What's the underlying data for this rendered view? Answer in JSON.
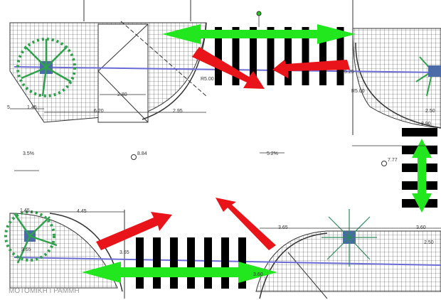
{
  "drawing": {
    "top_dims": {
      "d1": "1.45",
      "d2": "6.20",
      "d3": "2.95",
      "d4": "2.80",
      "r1": "R5.00",
      "d5": "5.25",
      "r2": "R5.00",
      "d6": "2.50",
      "d7": "8.90",
      "d8": "5"
    },
    "levels": {
      "slope_left": "3.5%",
      "elev_center": "8.84",
      "slope_right": "5.2%",
      "elev_right": "7.77"
    },
    "bottom_dims": {
      "d1": "4.45",
      "d2": "3.65",
      "d3": "3.65",
      "d4": "3.60",
      "d5": "3.65",
      "d6": "3.60",
      "d7": "2.50",
      "d8": "1.45"
    },
    "line_label": "ΜΟΤΟΜΙΚΗ ΓΡΑΜΜΗ",
    "colors": {
      "pedestrian_arrow": "#22e61e",
      "vehicle_arrow": "#e8141a",
      "axis_line": "#6b6bd6",
      "tree": "#2ea24a",
      "crosswalk": "#000000"
    }
  }
}
